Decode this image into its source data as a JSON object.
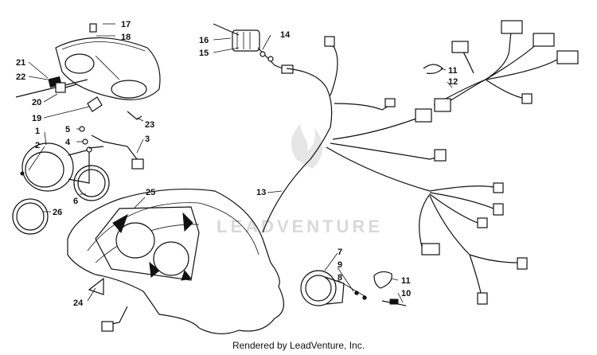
{
  "diagram": {
    "callouts": [
      {
        "id": "17",
        "label": "17"
      },
      {
        "id": "18",
        "label": "18"
      },
      {
        "id": "21",
        "label": "21"
      },
      {
        "id": "22",
        "label": "22"
      },
      {
        "id": "20",
        "label": "20"
      },
      {
        "id": "19",
        "label": "19"
      },
      {
        "id": "23",
        "label": "23"
      },
      {
        "id": "1",
        "label": "1"
      },
      {
        "id": "2",
        "label": "2"
      },
      {
        "id": "5",
        "label": "5"
      },
      {
        "id": "4",
        "label": "4"
      },
      {
        "id": "3",
        "label": "3"
      },
      {
        "id": "6",
        "label": "6"
      },
      {
        "id": "25",
        "label": "25"
      },
      {
        "id": "26",
        "label": "26"
      },
      {
        "id": "24",
        "label": "24"
      },
      {
        "id": "16",
        "label": "16"
      },
      {
        "id": "15",
        "label": "15"
      },
      {
        "id": "14",
        "label": "14"
      },
      {
        "id": "11a",
        "label": "11"
      },
      {
        "id": "12",
        "label": "12"
      },
      {
        "id": "13",
        "label": "13"
      },
      {
        "id": "7",
        "label": "7"
      },
      {
        "id": "9",
        "label": "9"
      },
      {
        "id": "8",
        "label": "8"
      },
      {
        "id": "11b",
        "label": "11"
      },
      {
        "id": "10",
        "label": "10"
      }
    ],
    "watermark": "LEADVENTURE"
  },
  "footer": {
    "text": "Rendered by LeadVenture, Inc."
  }
}
